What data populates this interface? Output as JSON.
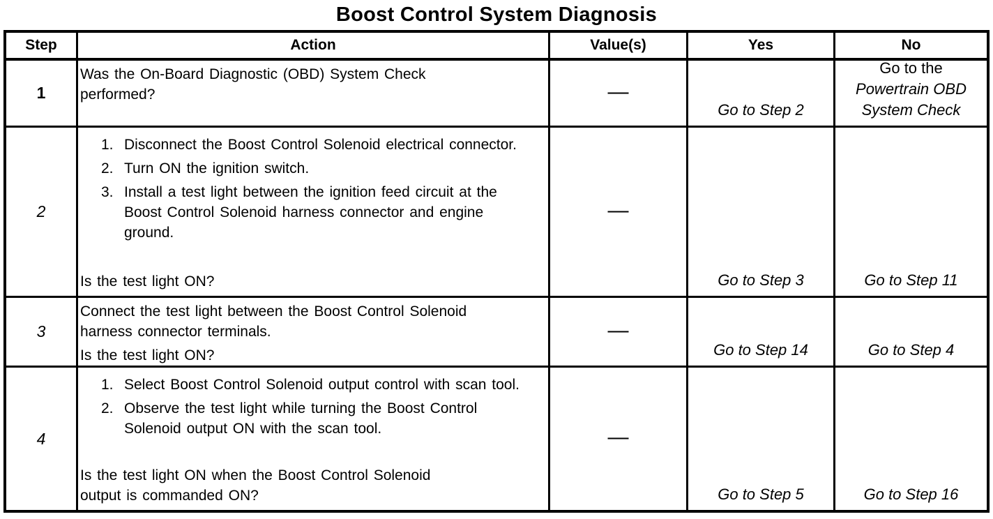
{
  "title": "Boost Control System Diagnosis",
  "headers": [
    "Step",
    "Action",
    "Value(s)",
    "Yes",
    "No"
  ],
  "rows": [
    {
      "step": "1",
      "action": {
        "intro": "Was the On-Board Diagnostic (OBD) System Check performed?",
        "items": [],
        "question": ""
      },
      "value": "—",
      "yes": "Go to Step 2",
      "no": {
        "plain": "Go to the",
        "italic": "Powertrain OBD System Check"
      }
    },
    {
      "step": "2",
      "action": {
        "intro": "",
        "items": [
          {
            "num": "1.",
            "text": "Disconnect the Boost Control Solenoid electrical connector."
          },
          {
            "num": "2.",
            "text": "Turn ON the ignition switch."
          },
          {
            "num": "3.",
            "text": "Install a test light between the ignition feed circuit at the Boost Control Solenoid harness connector and engine ground."
          }
        ],
        "question": "Is the test light ON?"
      },
      "value": "—",
      "yes": "Go to Step 3",
      "no": {
        "plain": "",
        "italic": "Go to Step 11"
      }
    },
    {
      "step": "3",
      "action": {
        "intro": "Connect the test light between the Boost Control Solenoid harness connector terminals.",
        "items": [],
        "question": "Is the test light ON?"
      },
      "value": "—",
      "yes": "Go to Step 14",
      "no": {
        "plain": "",
        "italic": "Go to Step 4"
      }
    },
    {
      "step": "4",
      "action": {
        "intro": "",
        "items": [
          {
            "num": "1.",
            "text": "Select Boost Control Solenoid output control with scan tool."
          },
          {
            "num": "2.",
            "text": "Observe the test light while turning the Boost Control Solenoid output ON with the scan tool."
          }
        ],
        "question": "Is the test light ON when the Boost Control Solenoid output is commanded ON?"
      },
      "value": "—",
      "yes": "Go to Step 5",
      "no": {
        "plain": "",
        "italic": "Go to Step 16"
      }
    }
  ]
}
